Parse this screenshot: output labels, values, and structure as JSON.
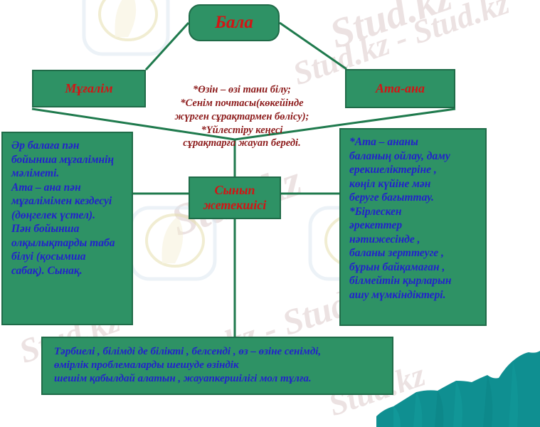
{
  "slide": {
    "title": "Бала",
    "background_color": "#ffffff",
    "box_fill_color": "#2e9265",
    "box_border_color": "#1f6b48",
    "title_text_color": "#d41414",
    "body_text_color": "#2222cc",
    "note_text_color": "#8c1a1a",
    "corner_shape_color": "#0f8f91"
  },
  "nodes": {
    "root": {
      "label": "Бала"
    },
    "teacher": {
      "label": "Мұғалім"
    },
    "parents": {
      "label": "Ата-ана"
    },
    "class_leader": {
      "label": "Сынып\nжетекшісі"
    }
  },
  "center_note": {
    "text": "*Өзін – өзі тани білу;\n*Сенім почтасы(көкейінде\nжүрген сұрақтармен бөлісу);\n*Үйлестіру кеңесі\nсұрақтарға жауап береді."
  },
  "panels": {
    "left": {
      "text": "Әр балаға пән\nбойынша мұғалімнің\nмәліметі.\nАта – ана пән\nмұғалімімен кездесуі\n(дөңгелек үстел).\nПән бойынша\nолқылықтарды таба\nбілуі (қосымша\nсабақ). Сынақ."
    },
    "right": {
      "text": "*Ата – ананы\nбаланың ойлау, даму\nерекшеліктеріне ,\nкөңіл күйіне мән\nберуге бағыттау.\n*Бірлескен\nәрекеттер\nнәтижесінде ,\nбаланы зерттеуге ,\nбұрын байқамаған ,\nбілмейтін қырларын\nашу мүмкіндіктері."
    },
    "bottom": {
      "text": "Тәрбиелі , білімді де білікті , белсенді , өз – өзіне сенімді,\nөмірлік проблемаларды шешуде өзіндік\nшешім қабылдай алатын , жауапкершілігі мол тұлға."
    }
  },
  "watermark": {
    "label": "Stud.kz",
    "variants": [
      "Stud.kz",
      "Stud.kz - Stud.kz",
      ".kz - Stud",
      "Stud.kz"
    ]
  }
}
